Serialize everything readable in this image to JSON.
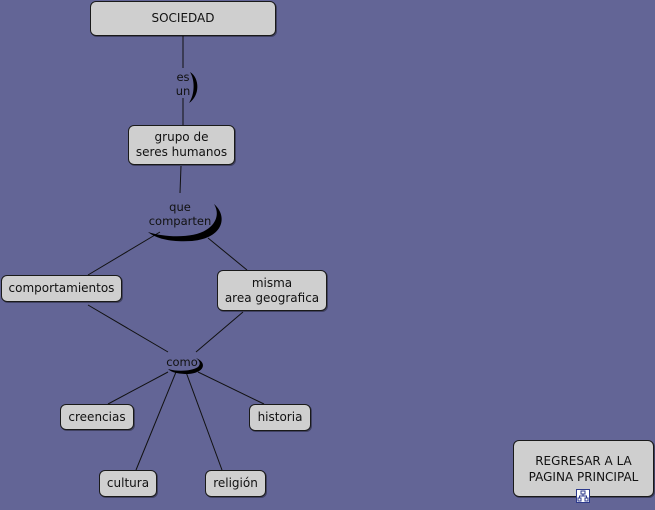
{
  "background_color": "#636596",
  "node_fill": "#cfcfcf",
  "nodes": {
    "sociedad": "SOCIEDAD",
    "grupo": "grupo de\nseres humanos",
    "comportamientos": "comportamientos",
    "area": "misma\narea geografica",
    "creencias": "creencias",
    "historia": "historia",
    "cultura": "cultura",
    "religion": "religión",
    "regresar": "REGRESAR A LA\nPAGINA PRINCIPAL"
  },
  "linking_phrases": {
    "es_un": "es\nun",
    "que_comparten": "que\ncomparten",
    "como": "como"
  },
  "icons": {
    "resource_link": "link-icon"
  }
}
